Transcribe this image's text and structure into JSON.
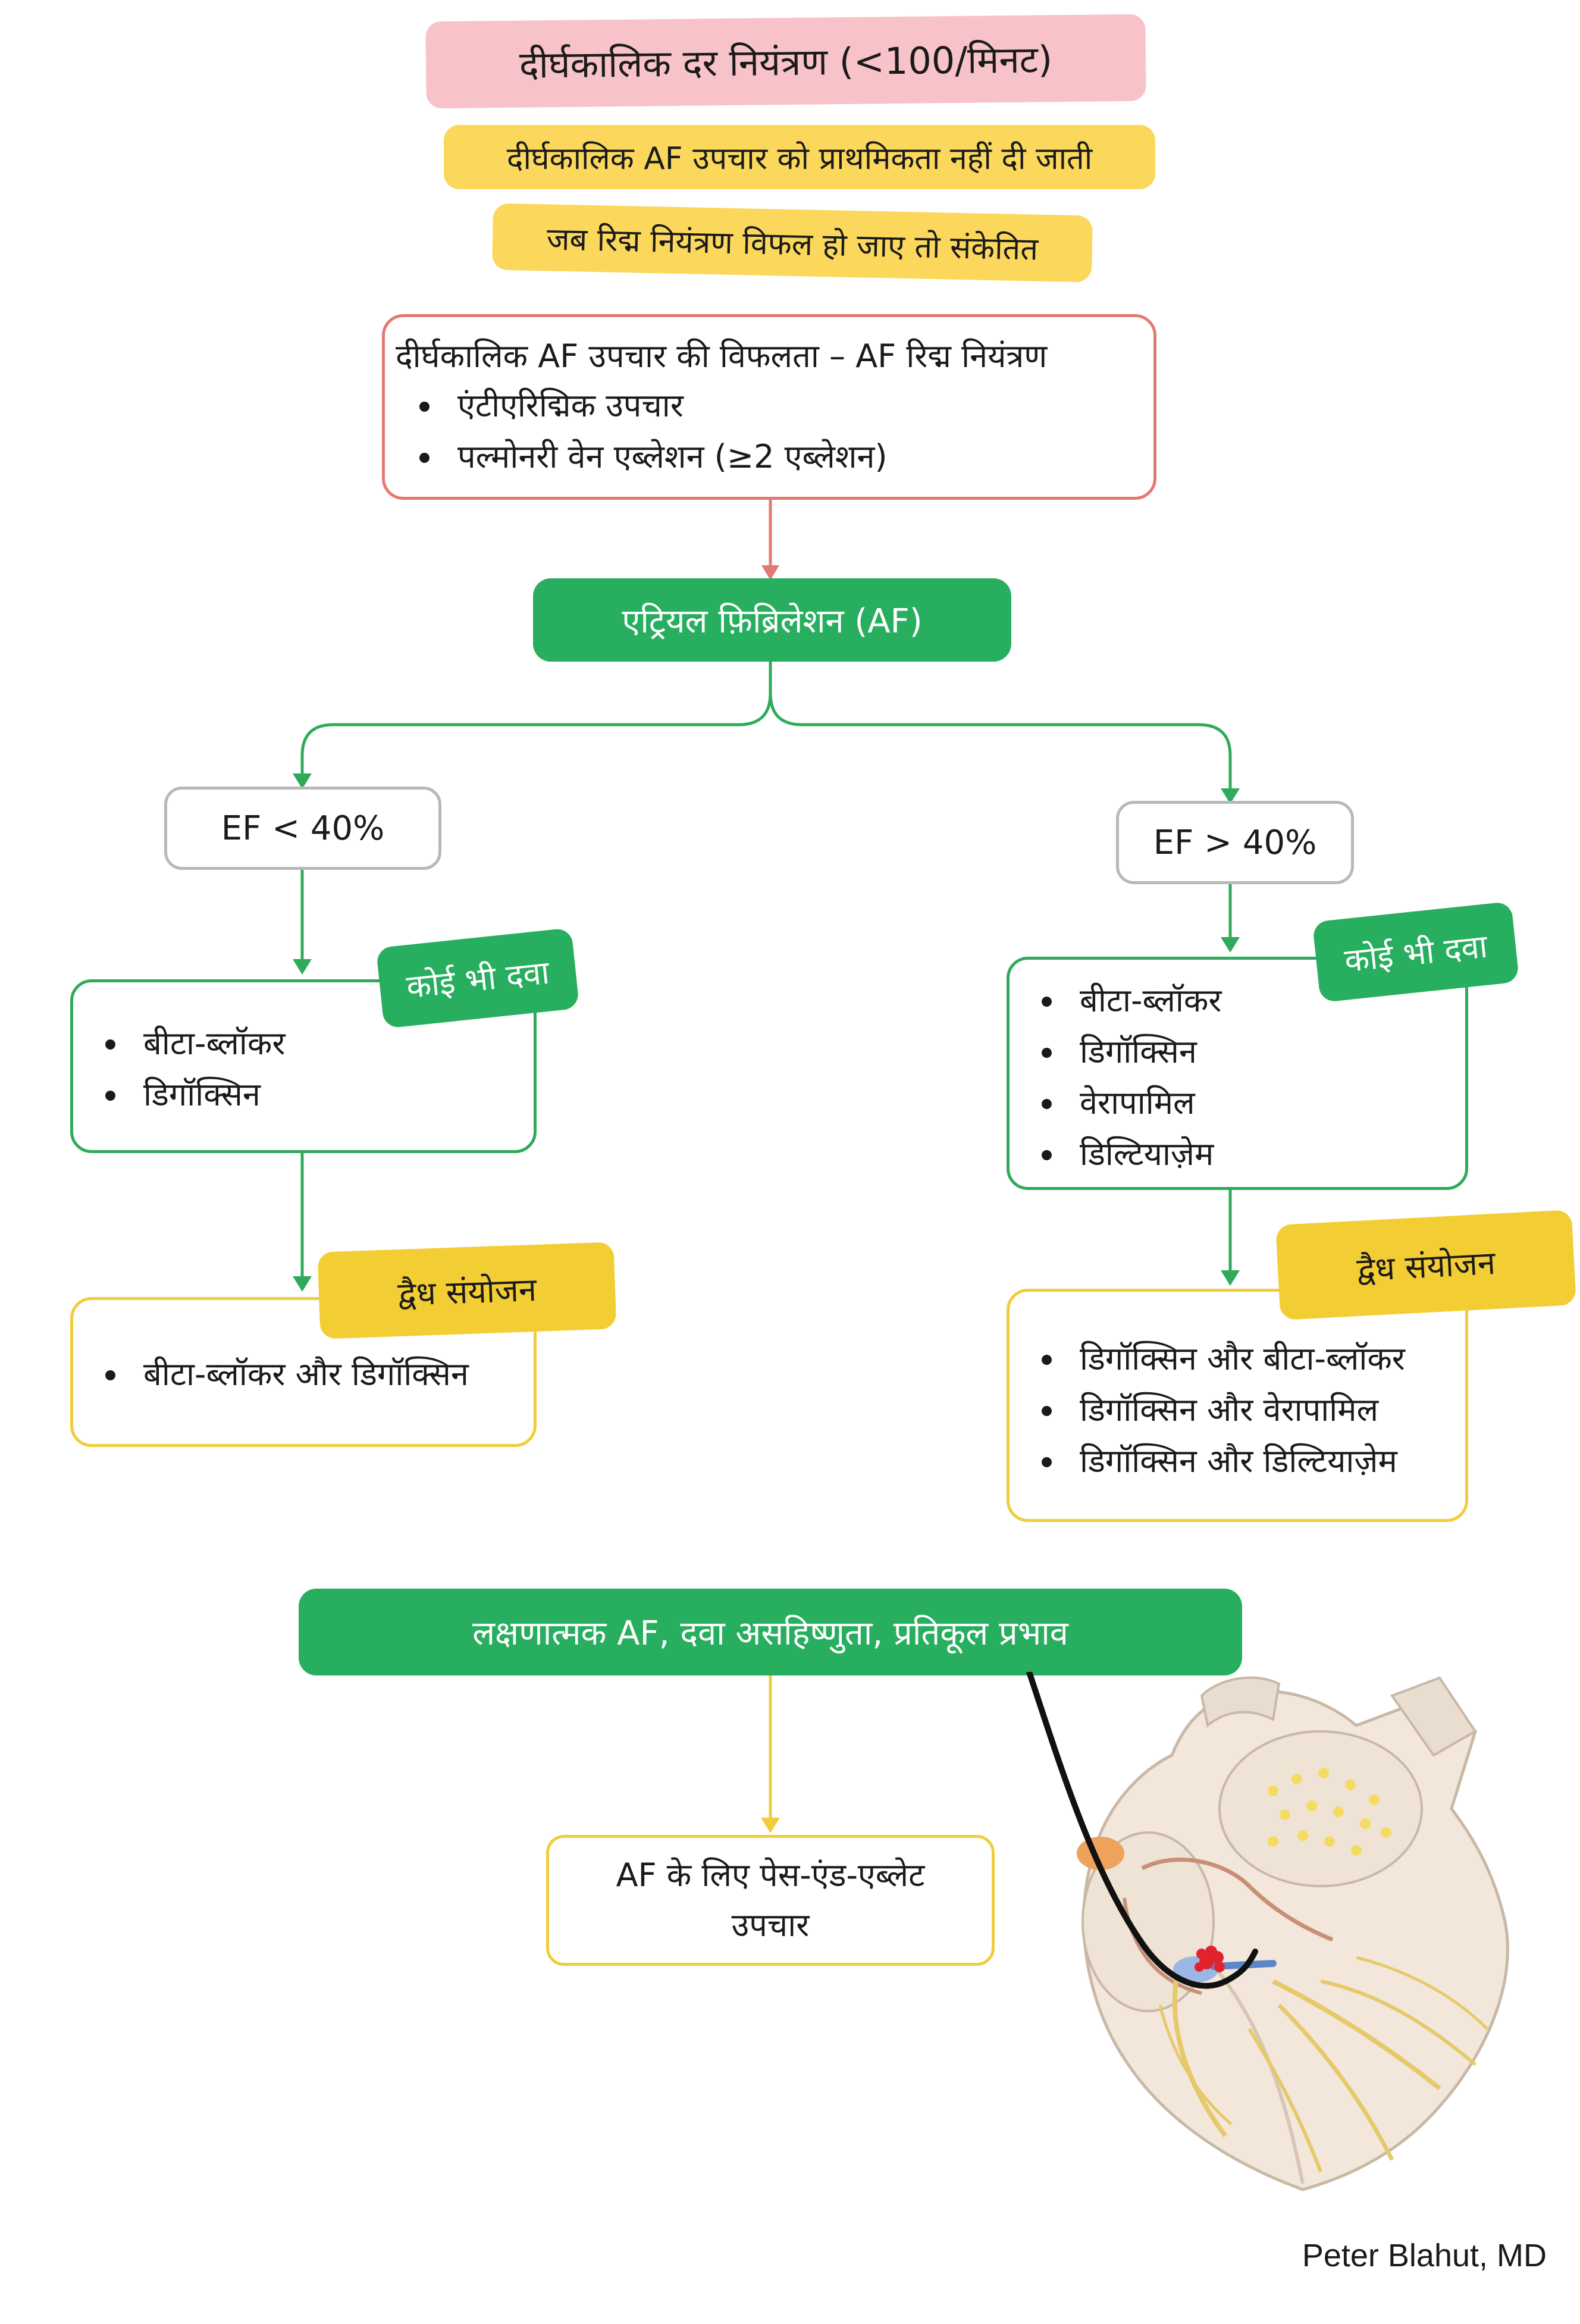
{
  "title": "दीर्घकालिक दर नियंत्रण (<100/मिनट)",
  "note1": "दीर्घकालिक AF उपचार को प्राथमिकता नहीं दी जाती",
  "note2": "जब रिद्म नियंत्रण विफल हो जाए तो संकेतित",
  "failure_box": {
    "heading": "दीर्घकालिक AF उपचार की विफलता – AF रिद्म नियंत्रण",
    "items": [
      "एंटीएरिद्मिक उपचार",
      "पल्मोनरी वेन एब्लेशन (≥2 एब्लेशन)"
    ]
  },
  "af_node": "एट्रियल फ़िब्रिलेशन (AF)",
  "left": {
    "ef_label": "EF < 40%",
    "any_drug_tag": "कोई भी दवा",
    "drugs": [
      "बीटा-ब्लॉकर",
      "डिगॉक्सिन"
    ],
    "combo_tag": "द्वैध संयोजन",
    "combos": [
      "बीटा-ब्लॉकर और डिगॉक्सिन"
    ]
  },
  "right": {
    "ef_label": "EF > 40%",
    "any_drug_tag": "कोई भी दवा",
    "drugs": [
      "बीटा-ब्लॉकर",
      "डिगॉक्सिन",
      "वेरापामिल",
      "डिल्टियाज़ेम"
    ],
    "combo_tag": "द्वैध संयोजन",
    "combos": [
      "डिगॉक्सिन और बीटा-ब्लॉकर",
      "डिगॉक्सिन और वेरापामिल",
      "डिगॉक्सिन और डिल्टियाज़ेम"
    ]
  },
  "symptomatic_node": "लक्षणात्मक AF, दवा असहिष्णुता, प्रतिकूल प्रभाव",
  "pace_ablate": {
    "line1": "AF के लिए पेस-एंड-एब्लेट",
    "line2": "उपचार"
  },
  "author": "Peter Blahut, MD",
  "colors": {
    "pink": "#f7c3c9",
    "yellow": "#fbd85c",
    "green": "#27ae5f",
    "red_border": "#e27a72",
    "gold": "#f2cd34"
  },
  "icons": [
    "heart-ablation-illustration"
  ]
}
